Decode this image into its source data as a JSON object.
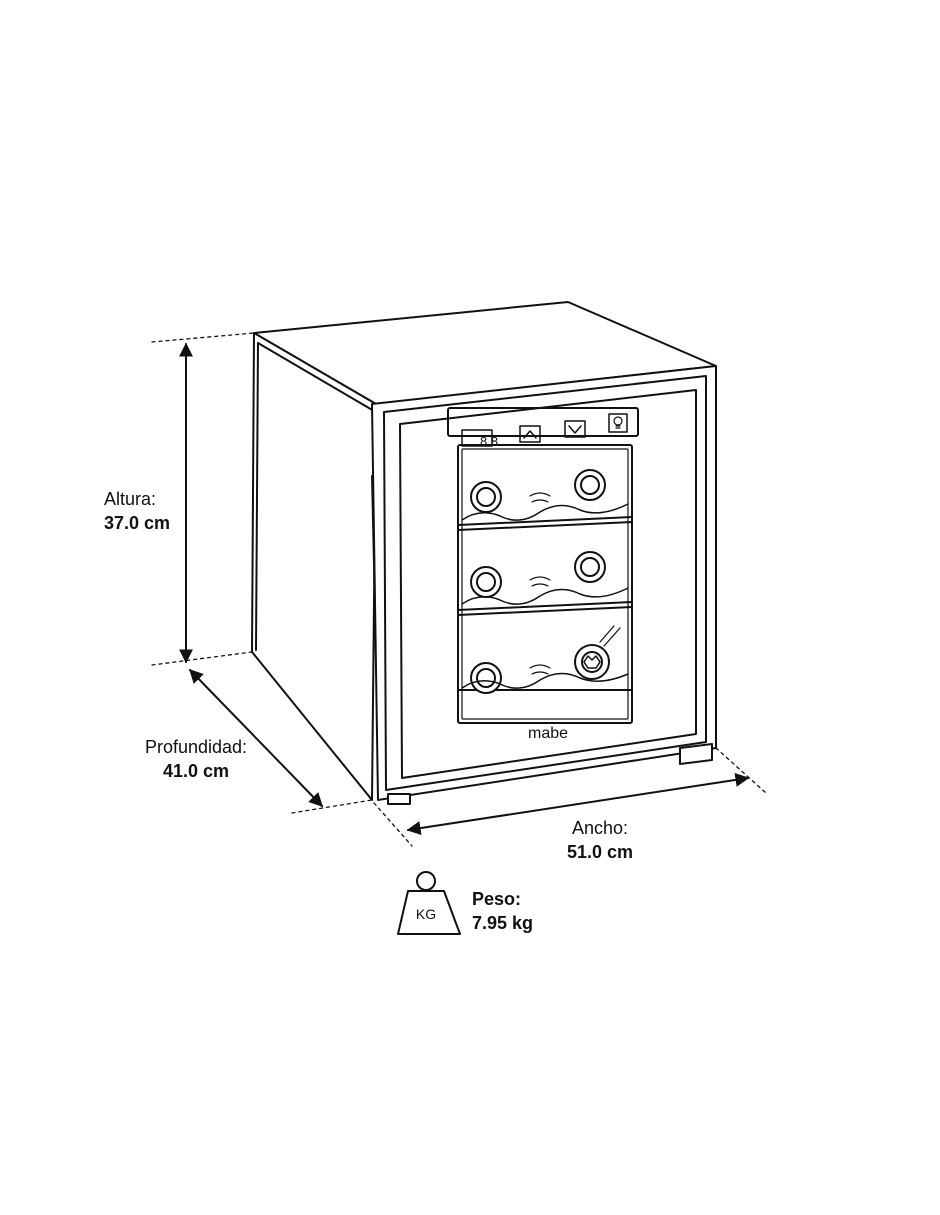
{
  "dimensions": {
    "height": {
      "label": "Altura:",
      "value": "37.0 cm"
    },
    "depth": {
      "label": "Profundidad:",
      "value": "41.0 cm"
    },
    "width": {
      "label": "Ancho:",
      "value": "51.0 cm"
    },
    "weight": {
      "label": "Peso:",
      "value": "7.95 kg",
      "icon_text": "KG"
    }
  },
  "appliance": {
    "brand": "mabe",
    "display_readout": "8.8"
  }
}
